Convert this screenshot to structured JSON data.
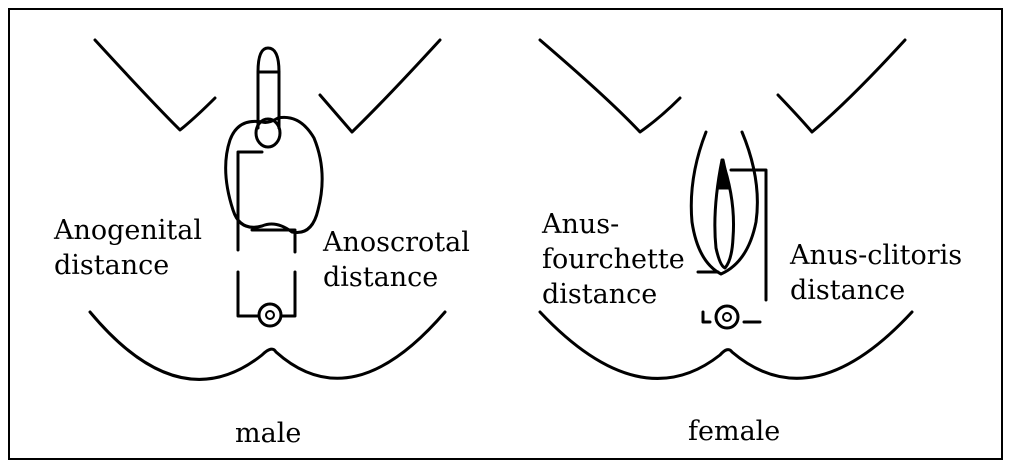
{
  "diagram": {
    "male": {
      "caption": "male",
      "labels": {
        "anogenital": [
          "Anogenital",
          "distance"
        ],
        "anoscrotal": [
          "Anoscrotal",
          "distance"
        ]
      }
    },
    "female": {
      "caption": "female",
      "labels": {
        "anus_fourchette": [
          "Anus-",
          "fourchette",
          "distance"
        ],
        "anus_clitoris": [
          "Anus-clitoris",
          "distance"
        ]
      }
    },
    "colors": {
      "line": "#000000",
      "background": "#ffffff"
    }
  }
}
